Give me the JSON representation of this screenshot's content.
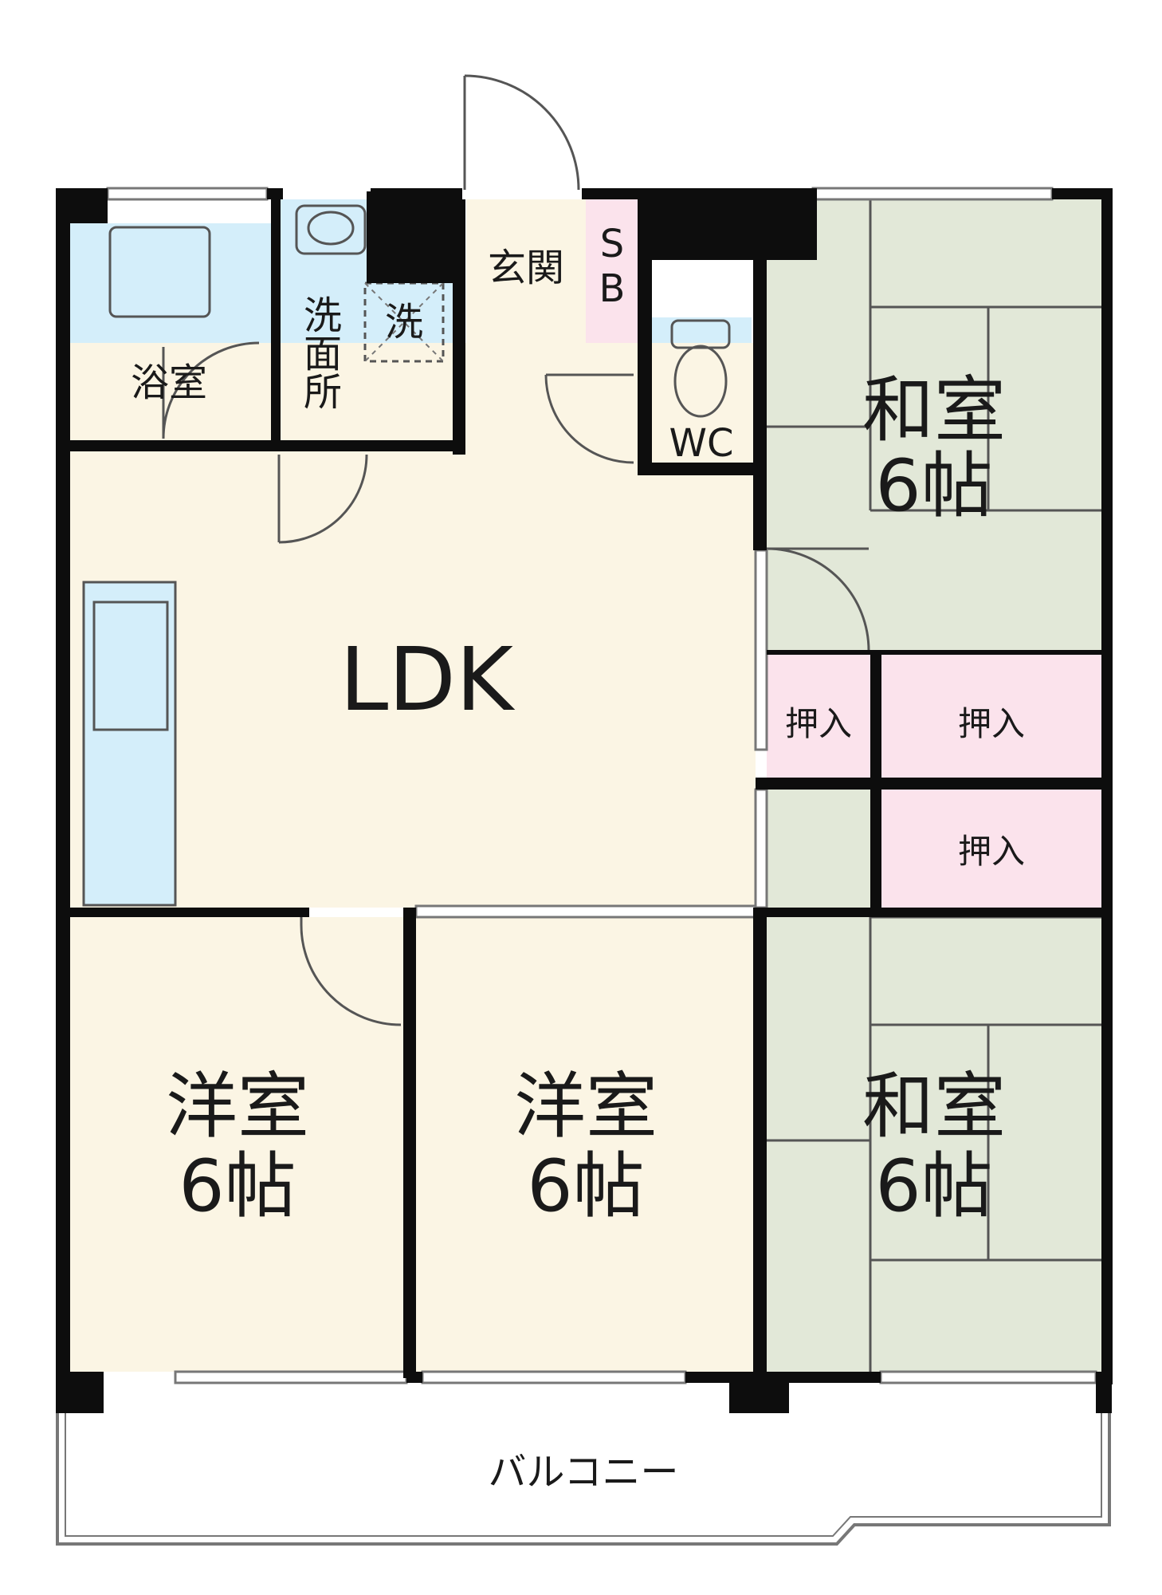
{
  "colors": {
    "wall": "#0d0d0d",
    "lightwall": "#7a7a7a",
    "bath": "#d4eefa",
    "wood": "#fbf5e4",
    "tatami": "#e2e8d8",
    "closet": "#fbe3ec",
    "shoebox": "#fbe3ec"
  },
  "rooms": {
    "bath": "浴室",
    "washroom": "洗\n面\n所",
    "washer": "洗",
    "entrance": "玄関",
    "shoebox": "S\nB",
    "toilet": "WC",
    "ldk": "LDK",
    "washitsu_top_1": "和室",
    "washitsu_top_2": "6帖",
    "closet_1": "押入",
    "closet_2": "押入",
    "closet_3": "押入",
    "yoshitsu_left_1": "洋室",
    "yoshitsu_left_2": "6帖",
    "yoshitsu_mid_1": "洋室",
    "yoshitsu_mid_2": "6帖",
    "washitsu_bottom_1": "和室",
    "washitsu_bottom_2": "6帖",
    "balcony": "バルコニー"
  }
}
